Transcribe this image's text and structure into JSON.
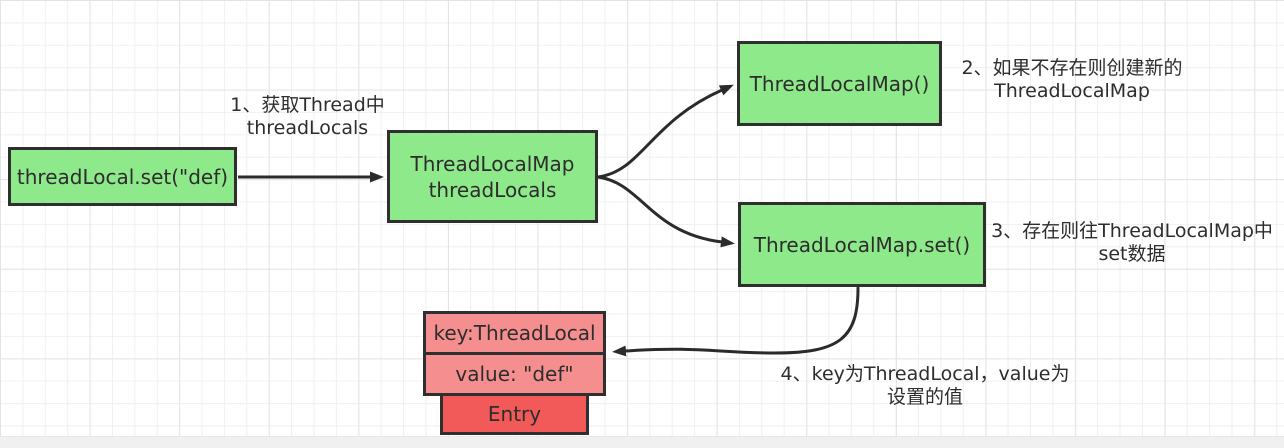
{
  "colors": {
    "green-fill": "#8ee98b",
    "salmon-fill": "#f58e8e",
    "red-fill": "#f25a5a",
    "border": "#2f2f2f",
    "arrow": "#2b2b2b",
    "text": "#2d2d2d"
  },
  "nodes": {
    "set_call": {
      "label": "threadLocal.set(\"def)"
    },
    "thread_local_map": {
      "line1": "ThreadLocalMap",
      "line2": "threadLocals"
    },
    "map_constructor": {
      "label": "ThreadLocalMap()"
    },
    "map_set": {
      "label": "ThreadLocalMap.set()"
    },
    "entry": {
      "key": "key:ThreadLocal",
      "value": "value: \"def\"",
      "label": "Entry"
    }
  },
  "annotations": {
    "step1": {
      "line1": "1、获取Thread中",
      "line2": "threadLocals"
    },
    "step2": {
      "line1": "2、如果不存在则创建新的",
      "line2": "ThreadLocalMap"
    },
    "step3": {
      "line1": "3、存在则往ThreadLocalMap中",
      "line2": "set数据"
    },
    "step4": {
      "line1": "4、key为ThreadLocal，value为",
      "line2": "设置的值"
    }
  }
}
